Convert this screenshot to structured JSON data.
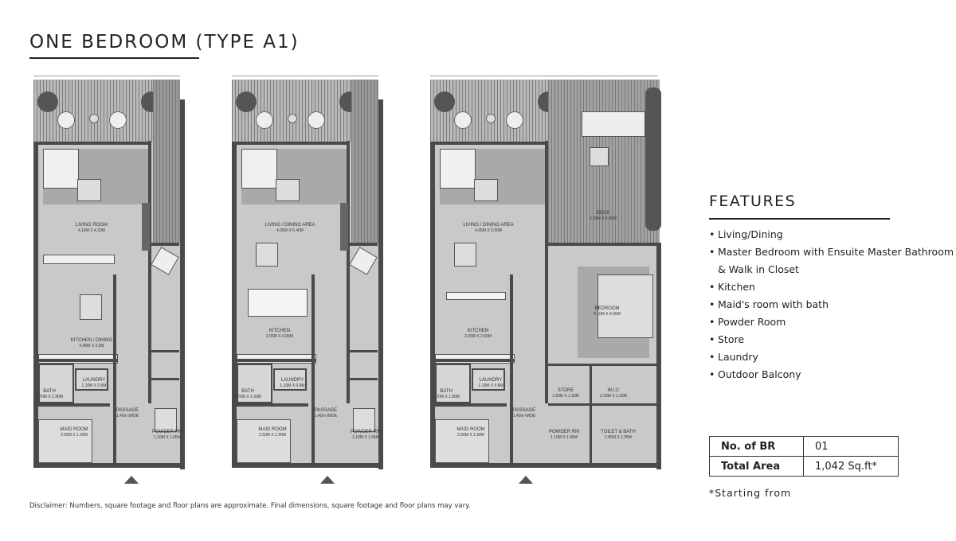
{
  "title": "ONE BEDROOM (TYPE A1)",
  "plans": [
    {
      "rooms": [
        {
          "name": "LIVING ROOM",
          "dims": "4.16M X 4.20M"
        },
        {
          "name": "KITCHEN / DINING",
          "dims": "4.95M X 3.5M"
        },
        {
          "name": "LAUNDRY",
          "dims": "1.10M X 0.8M"
        },
        {
          "name": "BATH",
          "dims": "1.70M X 1.90M"
        },
        {
          "name": "PASSAGE",
          "dims": "1.40m WIDE"
        },
        {
          "name": "MAID ROOM",
          "dims": "2.50M X 1.90M"
        },
        {
          "name": "POWDER RM",
          "dims": "1.10M X 1.95M"
        }
      ]
    },
    {
      "rooms": [
        {
          "name": "LIVING / DINING AREA",
          "dims": "4.05M X 6.40M"
        },
        {
          "name": "KITCHEN",
          "dims": "2.05M X 4.05M"
        },
        {
          "name": "LAUNDRY",
          "dims": "1.10M X 0.8M"
        },
        {
          "name": "BATH",
          "dims": "1.70M X 1.90M"
        },
        {
          "name": "PASSAGE",
          "dims": "1.40m WIDE"
        },
        {
          "name": "MAID ROOM",
          "dims": "2.50M X 1.90M"
        },
        {
          "name": "POWDER RM",
          "dims": "1.10M X 1.95M"
        }
      ]
    },
    {
      "rooms": [
        {
          "name": "LIVING / DINING AREA",
          "dims": "4.05M X 5.50M"
        },
        {
          "name": "KITCHEN",
          "dims": "2.55M X 2.60M"
        },
        {
          "name": "LAUNDRY",
          "dims": "1.10M X 0.8M"
        },
        {
          "name": "BATH",
          "dims": "1.70M X 1.90M"
        },
        {
          "name": "PASSAGE",
          "dims": "1.40m WIDE"
        },
        {
          "name": "MAID ROOM",
          "dims": "2.50M X 1.90M"
        },
        {
          "name": "POWDER RM",
          "dims": "1.10M X 1.95M"
        },
        {
          "name": "DECK",
          "dims": "5.20M X 5.95M"
        },
        {
          "name": "BEDROOM",
          "dims": "4.10M X 4.00M"
        },
        {
          "name": "STORE",
          "dims": "1.80M X 1.30M"
        },
        {
          "name": "W.I.C",
          "dims": "2.20M X 1.30M"
        },
        {
          "name": "TOILET & BATH",
          "dims": "2.85M X 1.95M"
        }
      ]
    }
  ],
  "features": {
    "heading": "FEATURES",
    "items": [
      "Living/Dining",
      "Master Bedroom with Ensuite Master Bathroom & Walk in Closet",
      "Kitchen",
      "Maid's room with bath",
      "Powder Room",
      "Store",
      "Laundry",
      "Outdoor Balcony"
    ],
    "bullet": "•"
  },
  "summary": {
    "rows": [
      {
        "label": "No. of BR",
        "value": "01"
      },
      {
        "label": "Total Area",
        "value": "1,042 Sq.ft*"
      }
    ],
    "note": "*Starting from"
  },
  "disclaimer": "Disclaimer: Numbers, square footage and floor plans are approximate. Final dimensions, square footage and floor plans may vary.",
  "colors": {
    "wall": "#4a4a4a",
    "floor": "#c9c9c9",
    "deck": "#8e8e8e",
    "text": "#222222"
  }
}
